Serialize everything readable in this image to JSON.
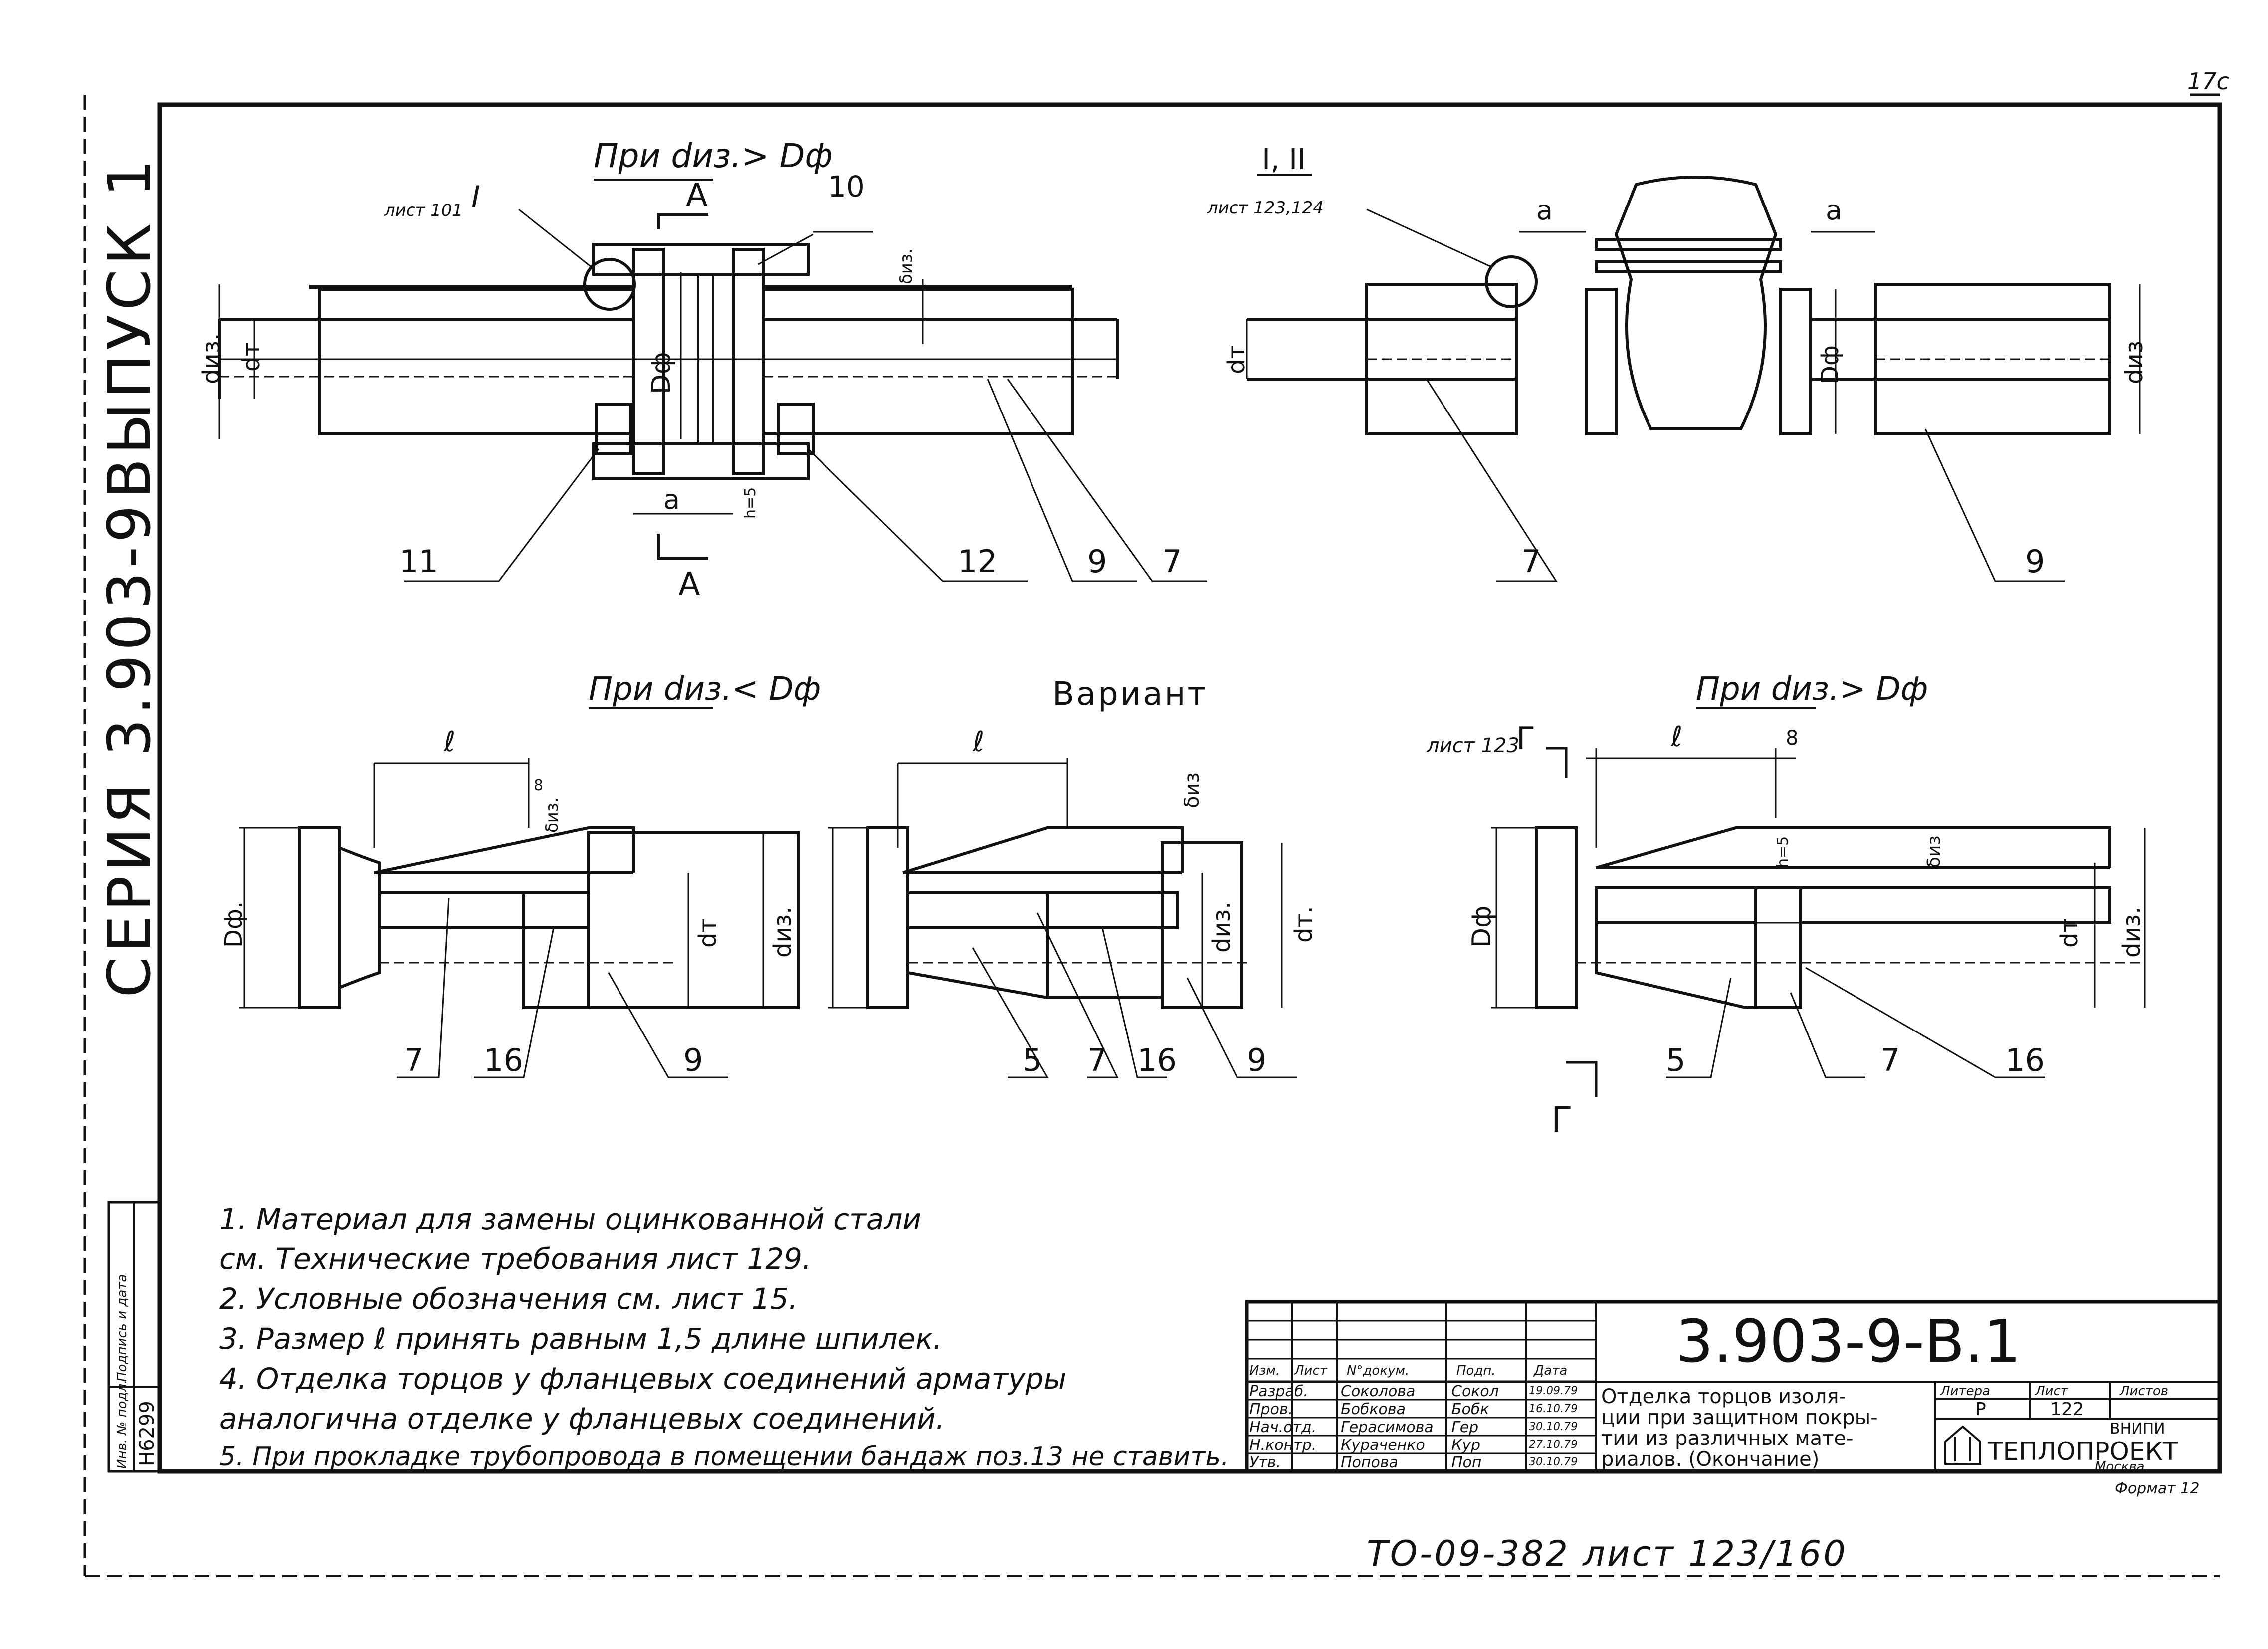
{
  "side": {
    "vypusk": "ВЫПУСК 1",
    "seria": "СЕРИЯ 3.903-9",
    "inv_label": "Инв. № подл.",
    "podp_label": "Подпись и дата",
    "inv_number": "Н6299"
  },
  "corner_number": "17с",
  "top_left": {
    "heading": "При dиз.> Dф",
    "list_ref": "лист 101",
    "list_ref_roman": "I",
    "sectA_top": "A",
    "sectA_bot": "A",
    "pos10": "10",
    "pos11": "11",
    "pos12": "12",
    "pos9": "9",
    "pos7": "7",
    "dim_diz": "dиз.",
    "dim_dt": "dт",
    "dim_df": "Dф",
    "dim_a": "a",
    "dim_biz": "δиз.",
    "dim_h": "h=5"
  },
  "top_right": {
    "heading": "I, II",
    "list_ref": "лист 123,124",
    "dim_a1": "a",
    "dim_a2": "a",
    "dim_dt": "dт",
    "dim_df": "Dф",
    "dim_diz": "dиз",
    "pos7": "7",
    "pos9": "9"
  },
  "bottom_left": {
    "heading": "При dиз.< Dф",
    "dim_l": "ℓ",
    "dim_8": "8",
    "dim_biz": "δиз.",
    "dim_df": "Dф.",
    "dim_dt": "dт",
    "dim_diz": "dиз.",
    "pos7": "7",
    "pos16": "16",
    "pos9": "9"
  },
  "bottom_mid": {
    "heading": "Вариант",
    "dim_l": "ℓ",
    "dim_biz": "δиз",
    "dim_diz": "dиз.",
    "dim_dt": "dт.",
    "pos5": "5",
    "pos7": "7",
    "pos16": "16",
    "pos9": "9"
  },
  "bottom_right": {
    "heading": "При dиз.> Dф",
    "list_ref": "лист 123",
    "section": "Г",
    "section_bot": "Г",
    "dim_l": "ℓ",
    "dim_8": "8",
    "dim_df": "Dф",
    "dim_dt": "dт",
    "dim_diz": "dиз.",
    "dim_biz": "δиз",
    "dim_h": "h=5",
    "pos5": "5",
    "pos7": "7",
    "pos16": "16"
  },
  "notes": [
    "1. Материал для замены оцинкованной стали",
    "    см. Технические требования лист 129.",
    "2. Условные обозначения см. лист 15.",
    "3. Размер ℓ принять равным 1,5 длине шпилек.",
    "4. Отделка торцов у фланцевых соединений арматуры",
    "    аналогична отделке у фланцевых соединений.",
    "5. При прокладке трубопровода в помещении бандаж поз.13 не ставить."
  ],
  "title_block": {
    "doc_code": "3.903-9-В.1",
    "headers": [
      "Изм.",
      "Лист",
      "N°докум.",
      "Подп.",
      "Дата"
    ],
    "rows": [
      {
        "role": "Разраб.",
        "name": "Соколова",
        "sign": "Сокол",
        "date": "19.09.79"
      },
      {
        "role": "Пров.",
        "name": "Бобкова",
        "sign": "Бобк",
        "date": "16.10.79"
      },
      {
        "role": "Нач.отд.",
        "name": "Герасимова",
        "sign": "Гер",
        "date": "30.10.79"
      },
      {
        "role": "Н.контр.",
        "name": "Кураченко",
        "sign": "Кур",
        "date": "27.10.79"
      },
      {
        "role": "Утв.",
        "name": "Попова",
        "sign": "Поп",
        "date": "30.10.79"
      }
    ],
    "title_lines": [
      "Отделка торцов изоля-",
      "ции при защитном покры-",
      "тии из различных мате-",
      "риалов. (Окончание)"
    ],
    "litera_label": "Литера",
    "list_label": "Лист",
    "listov_label": "Листов",
    "litera_value": "Р",
    "list_value": "122",
    "org_small": "ВНИПИ",
    "org_name": "ТЕПЛОПРОЕКТ",
    "org_city": "Москва"
  },
  "format_label": "Формат 12",
  "footer": "ТО-09-382 лист 123/160"
}
